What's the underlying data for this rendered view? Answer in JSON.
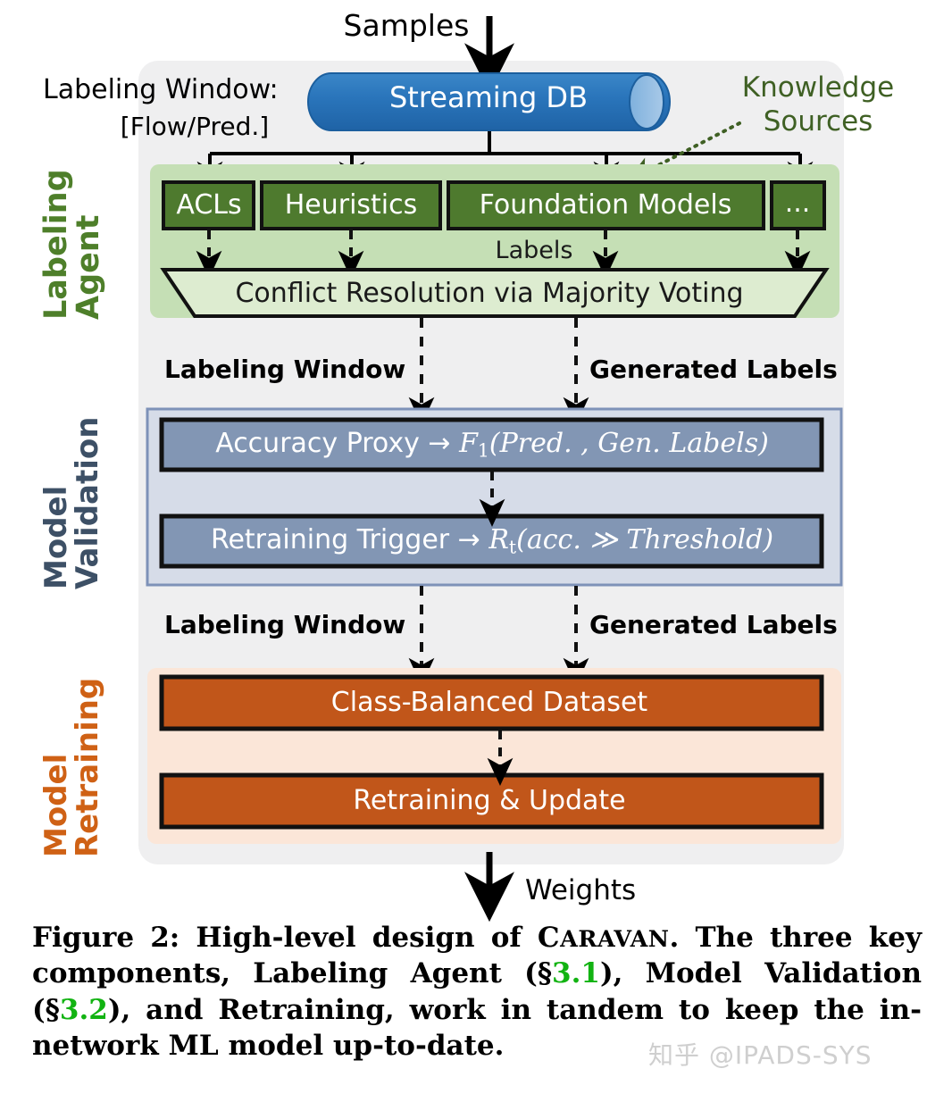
{
  "figure": {
    "top_input_label": "Samples",
    "bottom_output_label": "Weights",
    "labeling_window_label": "Labeling Window:",
    "labeling_window_sub": "[Flow/Pred.]",
    "knowledge_sources_line1": "Knowledge",
    "knowledge_sources_line2": "Sources",
    "database": "Streaming DB"
  },
  "sections": {
    "labeling_agent": {
      "side_label_line1": "Labeling",
      "side_label_line2": "Agent",
      "color": "#4e7f2a",
      "sources": [
        {
          "label": "ACLs"
        },
        {
          "label": "Heuristics"
        },
        {
          "label": "Foundation Models"
        },
        {
          "label": "..."
        }
      ],
      "labels_edge": "Labels",
      "resolver": "Conflict Resolution via Majority Voting"
    },
    "model_validation": {
      "side_label_line1": "Model",
      "side_label_line2": "Validation",
      "color": "#3d5066",
      "inflow_left": "Labeling Window",
      "inflow_right": "Generated Labels",
      "boxes": [
        {
          "prefix": "Accuracy Proxy → ",
          "formula_base": "F",
          "formula_sub": "1",
          "formula_args": "(Pred. , Gen. Labels)"
        },
        {
          "prefix": "Retraining Trigger → ",
          "formula_base": "R",
          "formula_sub": "t",
          "formula_args": "(acc. ≫ Threshold)"
        }
      ]
    },
    "model_retraining": {
      "side_label_line1": "Model",
      "side_label_line2": "Retraining",
      "color": "#cf6115",
      "inflow_left": "Labeling Window",
      "inflow_right": "Generated Labels",
      "boxes": [
        {
          "label": "Class-Balanced Dataset"
        },
        {
          "label": "Retraining & Update"
        }
      ]
    }
  },
  "caption": {
    "part1": "Figure 2: High-level design of ",
    "system_name": "Caravan",
    "part2": ". The three key components, Labeling Agent (§",
    "ref1": "3.1",
    "part3": "), Model Validation (§",
    "ref2": "3.2",
    "part4": "), and Retraining, work in tandem to keep the in-network ML model up-to-date.",
    "ref_color": "#12b312"
  },
  "watermark": "知乎 @IPADS-SYS"
}
